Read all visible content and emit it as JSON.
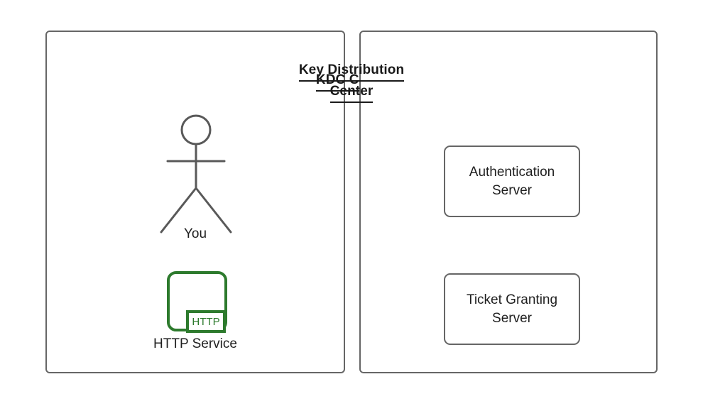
{
  "diagram": {
    "title_client": "KDC Client",
    "title_kdc_line1": "Key Distribution",
    "title_kdc_line2": "Center",
    "actor": {
      "icon": "stick-figure-actor-icon",
      "label": "You"
    },
    "http_service": {
      "icon": "http-service-icon",
      "badge": "HTTP",
      "label": "HTTP Service"
    },
    "servers": [
      {
        "line1": "Authentication",
        "line2": "Server"
      },
      {
        "line1": "Ticket Granting",
        "line2": "Server"
      }
    ],
    "colors": {
      "background": "#ffffff",
      "panel_border": "#666666",
      "box_border": "#666666",
      "figure_stroke": "#595959",
      "text": "#1f1f1f",
      "title_text": "#1a1a1a",
      "http_green": "#2d7a2d"
    }
  }
}
